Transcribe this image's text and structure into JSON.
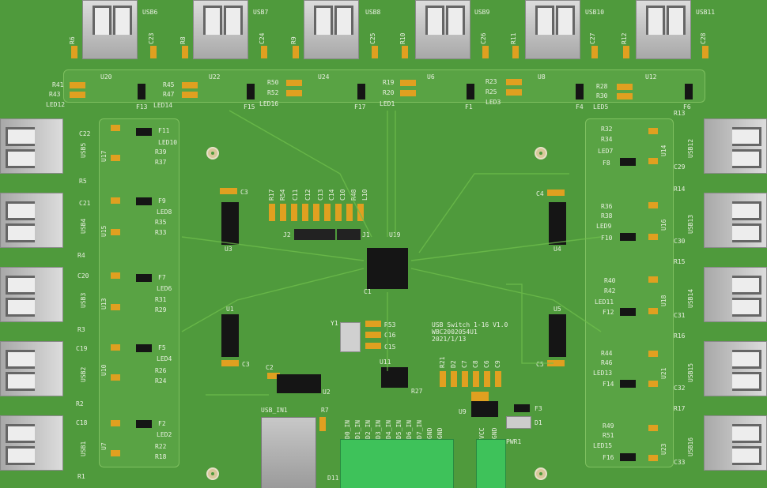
{
  "board": {
    "usb_top": [
      {
        "ref": "USB6"
      },
      {
        "ref": "USB7"
      },
      {
        "ref": "USB8"
      },
      {
        "ref": "USB9"
      },
      {
        "ref": "USB10"
      },
      {
        "ref": "USB11"
      }
    ],
    "usb_left": [
      {
        "ref": "USB5"
      },
      {
        "ref": "USB4"
      },
      {
        "ref": "USB3"
      },
      {
        "ref": "USB2"
      },
      {
        "ref": "USB1"
      }
    ],
    "usb_right": [
      {
        "ref": "USB12"
      },
      {
        "ref": "USB13"
      },
      {
        "ref": "USB14"
      },
      {
        "ref": "USB15"
      },
      {
        "ref": "USB16"
      }
    ],
    "top_labels": [
      "R6",
      "C23",
      "R8",
      "C24",
      "R9",
      "C25",
      "R10",
      "C26",
      "R11",
      "C27",
      "R12",
      "C28"
    ],
    "top_row2": [
      "U20",
      "U22",
      "U24",
      "U6",
      "U8",
      "U12"
    ],
    "top_row3": [
      "R41",
      "R43",
      "LED12",
      "R45",
      "R47",
      "LED14",
      "F13",
      "F15",
      "R50",
      "R52",
      "LED16",
      "F17",
      "R19",
      "R20",
      "LED1",
      "F1",
      "R23",
      "R25",
      "LED3",
      "F4",
      "R28",
      "R30",
      "LED5",
      "F6"
    ],
    "left_labels": [
      "C22",
      "R5",
      "C21",
      "R4",
      "C20",
      "R3",
      "C19",
      "R2",
      "C18",
      "R1"
    ],
    "left_mid": [
      "U17",
      "F11",
      "LED10",
      "R39",
      "R37",
      "U15",
      "F9",
      "LED8",
      "R35",
      "R33",
      "U13",
      "F7",
      "LED6",
      "R31",
      "R29",
      "U10",
      "F5",
      "LED4",
      "R26",
      "R24",
      "U7",
      "F2",
      "LED2",
      "R22",
      "R18"
    ],
    "right_labels": [
      "R13",
      "C29",
      "R14",
      "C30",
      "R15",
      "C31",
      "R16",
      "C32",
      "R17",
      "C33"
    ],
    "right_mid": [
      "R32",
      "R34",
      "LED7",
      "F8",
      "U14",
      "R36",
      "R38",
      "LED9",
      "F10",
      "U16",
      "R40",
      "R42",
      "LED11",
      "F12",
      "U18",
      "R44",
      "R46",
      "LED13",
      "F14",
      "U21",
      "R49",
      "R51",
      "LED15",
      "F16",
      "U23"
    ],
    "center": {
      "u3": "U3",
      "u1": "U1",
      "u4": "U4",
      "u5": "U5",
      "u19": "U19",
      "u2": "U2",
      "u11": "U11",
      "u9": "U9",
      "c3a": "C3",
      "c3b": "C3",
      "c4": "C4",
      "c5": "C5",
      "c1": "C1",
      "c2": "C2",
      "y1": "Y1",
      "r53": "R53",
      "c16": "C16",
      "c15": "C15",
      "r27": "R27",
      "j2": "J2",
      "j1": "J1",
      "cap_row": [
        "R17",
        "R54",
        "C11",
        "C12",
        "C13",
        "C14",
        "C10",
        "R48",
        "L10"
      ],
      "small_row": [
        "R21",
        "D2",
        "C7",
        "C8",
        "C6",
        "C9"
      ],
      "usb_in": "USB_IN1",
      "r7": "R7",
      "f3": "F3",
      "d1": "D1",
      "pwr": "PWR1",
      "d11": "D11",
      "terminal_pins": [
        "D0_IN",
        "D1_IN",
        "D2_IN",
        "D3_IN",
        "D4_IN",
        "D5_IN",
        "D6_IN",
        "D7_IN",
        "GND",
        "GND"
      ],
      "pwr_pins": [
        "VCC",
        "GND"
      ],
      "title_lines": [
        "USB Switch 1-16 V1.0",
        "WBC2002054U1",
        "2021/1/13"
      ]
    }
  }
}
